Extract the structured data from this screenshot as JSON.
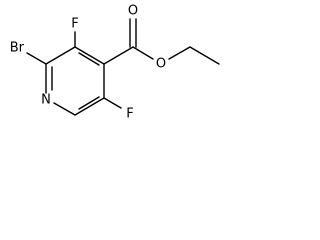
{
  "molecule": {
    "atoms": {
      "bromine": "Br",
      "fluorine_top": "F",
      "fluorine_bottom": "F",
      "ring_nitrogen": "N",
      "carbonyl_oxygen": "O",
      "ester_oxygen": "O"
    }
  },
  "colors": {
    "bond": "#000000",
    "text": "#000000",
    "background": "#ffffff"
  }
}
